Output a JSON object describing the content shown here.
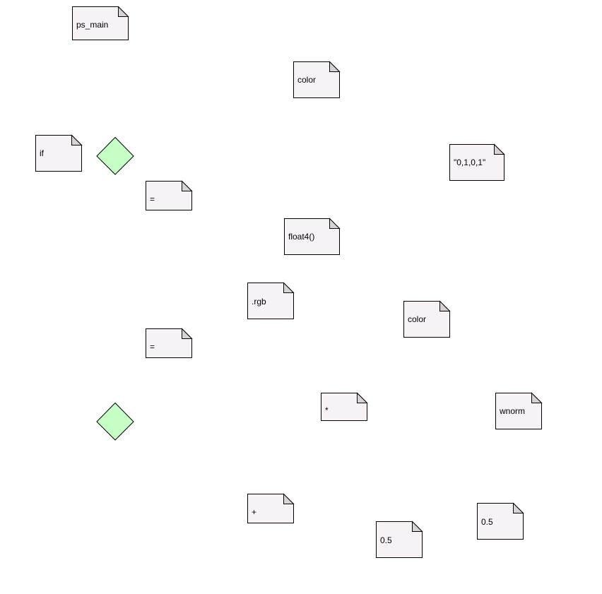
{
  "colors": {
    "note_fill": "#f6f2f6",
    "note_fold": "#d6d2d6",
    "stroke": "#000000",
    "decision_fill": "#c6ffc6"
  },
  "notes": [
    {
      "id": "ps-main",
      "label": "ps_main"
    },
    {
      "id": "color-top",
      "label": "color"
    },
    {
      "id": "if",
      "label": "if"
    },
    {
      "id": "const-string",
      "label": "\"0,1,0,1\""
    },
    {
      "id": "assign-1",
      "label": "="
    },
    {
      "id": "float4",
      "label": "float4()"
    },
    {
      "id": "rgb",
      "label": ".rgb"
    },
    {
      "id": "color-mid",
      "label": "color"
    },
    {
      "id": "assign-2",
      "label": "="
    },
    {
      "id": "multiply",
      "label": "*"
    },
    {
      "id": "wnorm",
      "label": "wnorm"
    },
    {
      "id": "plus",
      "label": "+"
    },
    {
      "id": "half-a",
      "label": "0.5"
    },
    {
      "id": "half-b",
      "label": "0.5"
    }
  ],
  "decisions": [
    {
      "id": "decision-1"
    },
    {
      "id": "decision-2"
    }
  ]
}
